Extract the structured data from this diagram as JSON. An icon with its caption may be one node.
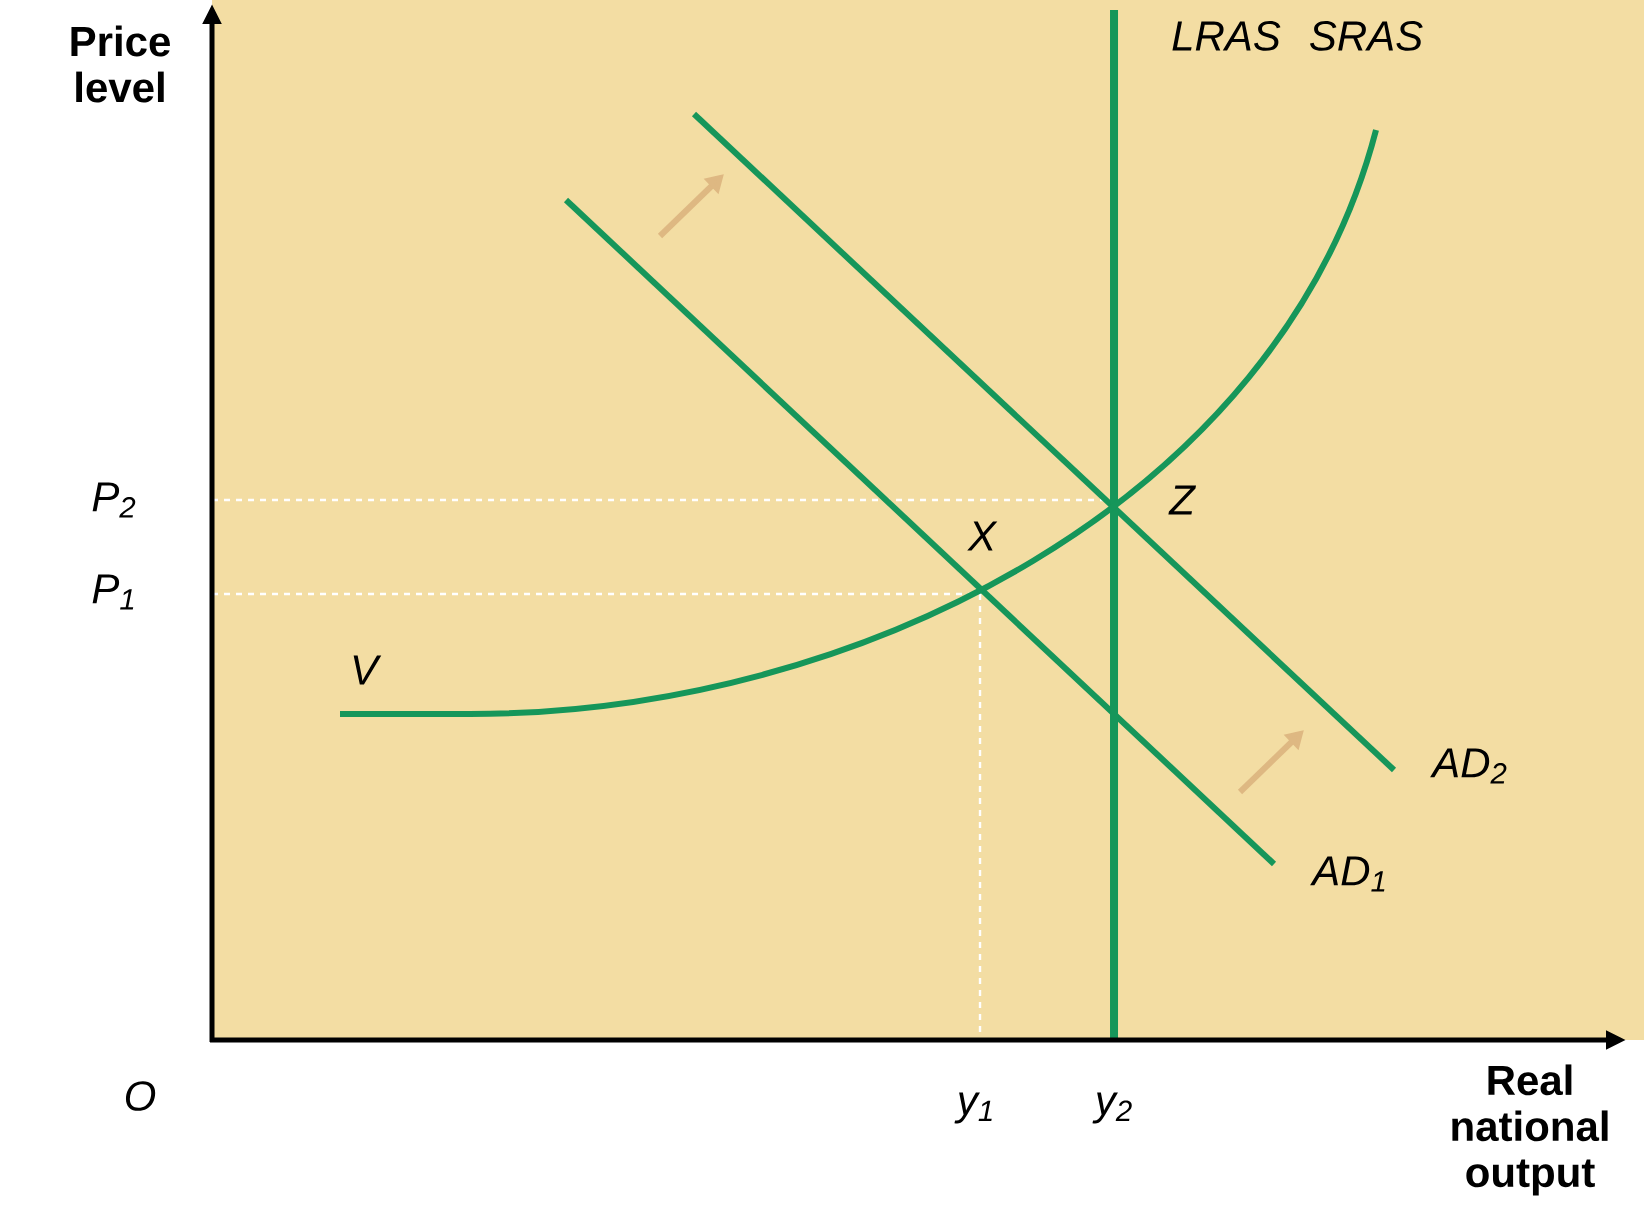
{
  "diagram": {
    "labels": [
      "Price level",
      "LRAS",
      "SRAS",
      "P$_{2}$",
      "Z",
      "P$_{1}$",
      "X",
      "V",
      "AD$_{2}$",
      "AD$_{1}$",
      "O",
      "y$_{1}$",
      "y$_{2}$",
      "Real national output"
    ]
  }
}
